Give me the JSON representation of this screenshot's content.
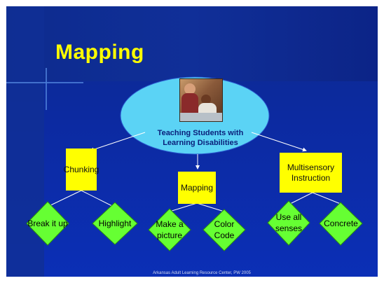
{
  "slide": {
    "title": "Mapping",
    "central_node": "Teaching Students with Learning Disabilities",
    "central_image": "classroom-photo",
    "branches": [
      {
        "label": "Chunking",
        "children": [
          "Break it up",
          "Highlight"
        ]
      },
      {
        "label": "Mapping",
        "children": [
          "Make a picture",
          "Color Code"
        ]
      },
      {
        "label": "Multisensory Instruction",
        "children": [
          "Use all senses",
          "Concrete"
        ]
      }
    ],
    "footer": "Arkansas Adult Learning Resource Center, PW 2005"
  },
  "colors": {
    "background": "#0c2aa0",
    "title": "#ffff00",
    "ellipse_fill": "#5bd3f5",
    "box_fill": "#ffff00",
    "diamond_fill": "#66ff33",
    "connector": "#ffffff"
  }
}
